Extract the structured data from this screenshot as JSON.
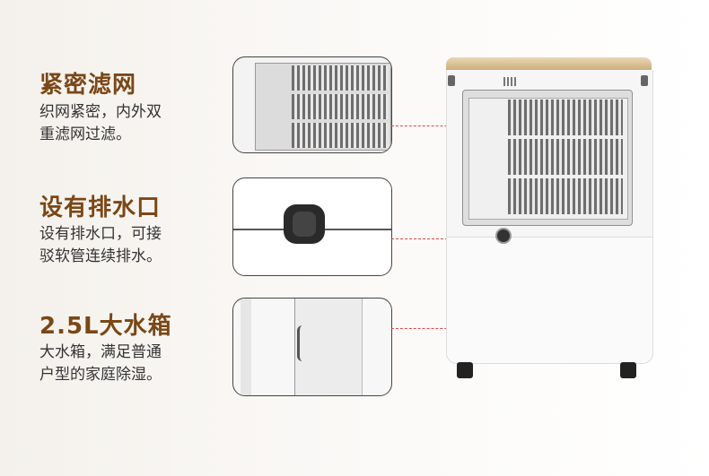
{
  "features": [
    {
      "title": "紧密滤网",
      "desc_line1": "织网紧密，内外双",
      "desc_line2": "重滤网过滤。"
    },
    {
      "title": "设有排水口",
      "desc_line1": "设有排水口，可接",
      "desc_line2": "驳软管连续排水。"
    },
    {
      "title": "2.5L大水箱",
      "desc_line1": "大水箱，满足普通",
      "desc_line2": "户型的家庭除湿。"
    }
  ],
  "colors": {
    "title": "#7a4716",
    "leader": "#e0464a",
    "accent_trim": "#c8a774"
  }
}
